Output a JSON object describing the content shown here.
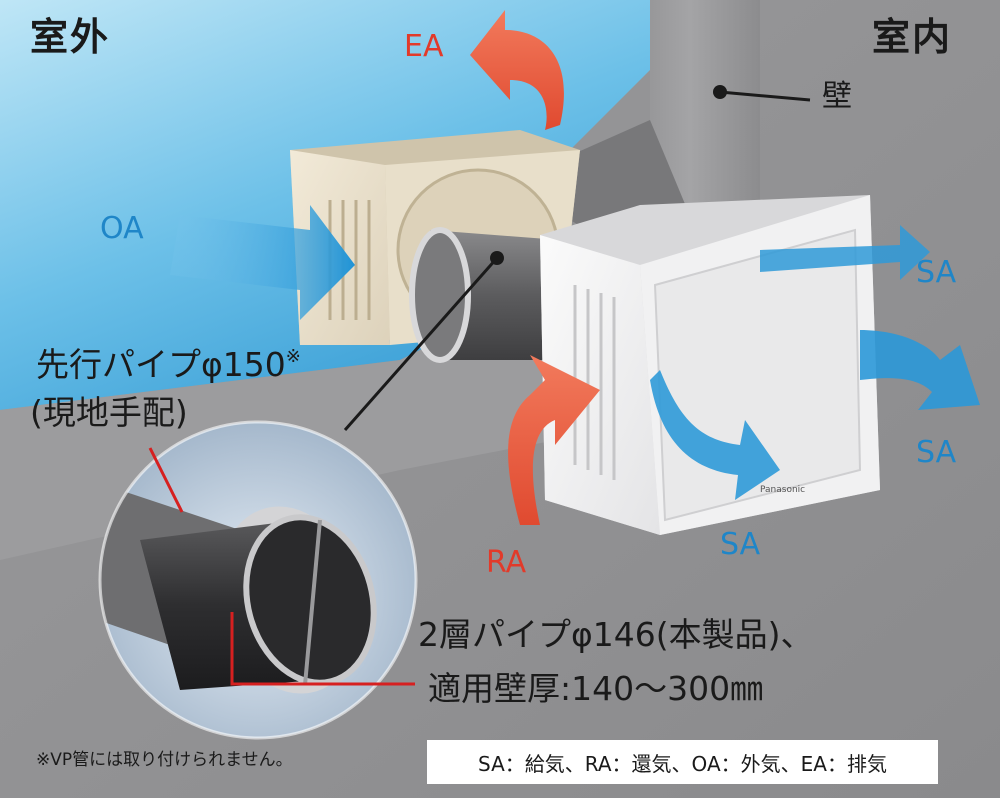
{
  "zones": {
    "outdoor": "室外",
    "indoor": "室内"
  },
  "wall_label": "壁",
  "airflow": {
    "ea": "EA",
    "oa": "OA",
    "ra": "RA",
    "sa_top": "SA",
    "sa_mid": "SA",
    "sa_bottom": "SA"
  },
  "pipe_callout": {
    "line1": "先行パイプφ150",
    "mark": "※",
    "line2": "(現地手配)"
  },
  "product_callout": {
    "line1": "2層パイプφ146(本製品)、",
    "line2": "適用壁厚:140〜300㎜"
  },
  "footnote": "※VP管には取り付けられません。",
  "legend": "SA：給気、RA：還気、OA：外気、EA：排気",
  "colors": {
    "exhaust_arrow": "#ec5b3f",
    "supply_arrow": "#3aa3dc",
    "callout_line_red": "#d62020"
  }
}
